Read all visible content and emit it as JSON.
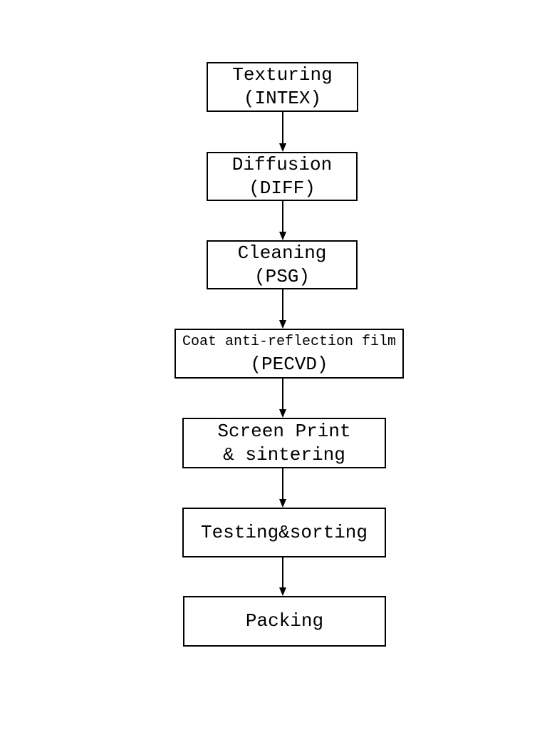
{
  "page": {
    "background_color": "#ffffff"
  },
  "flowchart": {
    "type": "flowchart",
    "direction": "top-down",
    "colors": {
      "box_border": "#000000",
      "box_fill": "#ffffff",
      "text": "#000000",
      "arrow": "#000000"
    },
    "steps": [
      {
        "id": "texturing",
        "line1": "Texturing",
        "line2": "(INTEX)"
      },
      {
        "id": "diffusion",
        "line1": "Diffusion",
        "line2": "(DIFF)"
      },
      {
        "id": "cleaning",
        "line1": "Cleaning",
        "line2": "(PSG)"
      },
      {
        "id": "coat-anti-reflection-film",
        "line1": "Coat anti-reflection film",
        "line2": "(PECVD)"
      },
      {
        "id": "screen-print-sintering",
        "line1": "Screen Print",
        "line2": "& sintering"
      },
      {
        "id": "testing-sorting",
        "line1": "Testing&sorting"
      },
      {
        "id": "packing",
        "line1": "Packing"
      }
    ],
    "connections": [
      {
        "from": "texturing",
        "to": "diffusion"
      },
      {
        "from": "diffusion",
        "to": "cleaning"
      },
      {
        "from": "cleaning",
        "to": "coat-anti-reflection-film"
      },
      {
        "from": "coat-anti-reflection-film",
        "to": "screen-print-sintering"
      },
      {
        "from": "screen-print-sintering",
        "to": "testing-sorting"
      },
      {
        "from": "testing-sorting",
        "to": "packing"
      }
    ]
  }
}
